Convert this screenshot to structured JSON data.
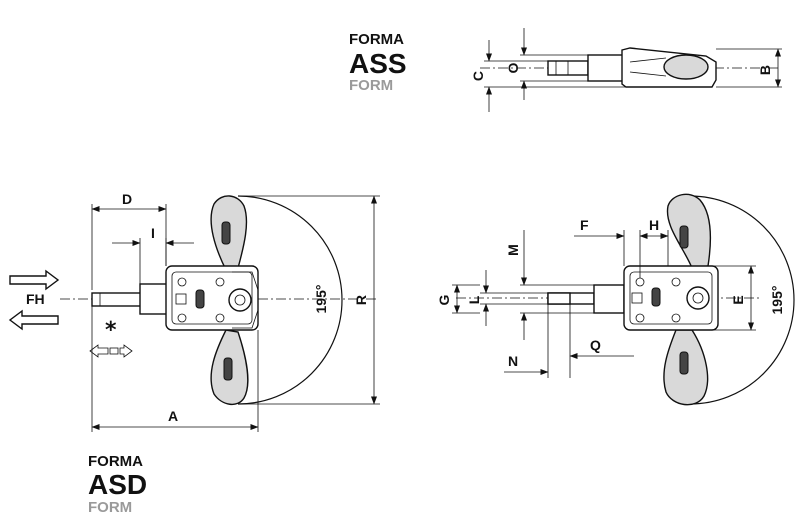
{
  "forma_ass": {
    "line1": "FORMA",
    "line2": "ASS",
    "line3": "FORM"
  },
  "forma_asd": {
    "line1": "FORMA",
    "line2": "ASD",
    "line3": "FORM"
  },
  "labels": {
    "A": "A",
    "B": "B",
    "C": "C",
    "D": "D",
    "E": "E",
    "F": "F",
    "G": "G",
    "H": "H",
    "I": "I",
    "L": "L",
    "M": "M",
    "N": "N",
    "O": "O",
    "Q": "Q",
    "R": "R",
    "FH": "FH",
    "angle_left": "195°",
    "angle_right": "195°",
    "asterisk": "*"
  }
}
